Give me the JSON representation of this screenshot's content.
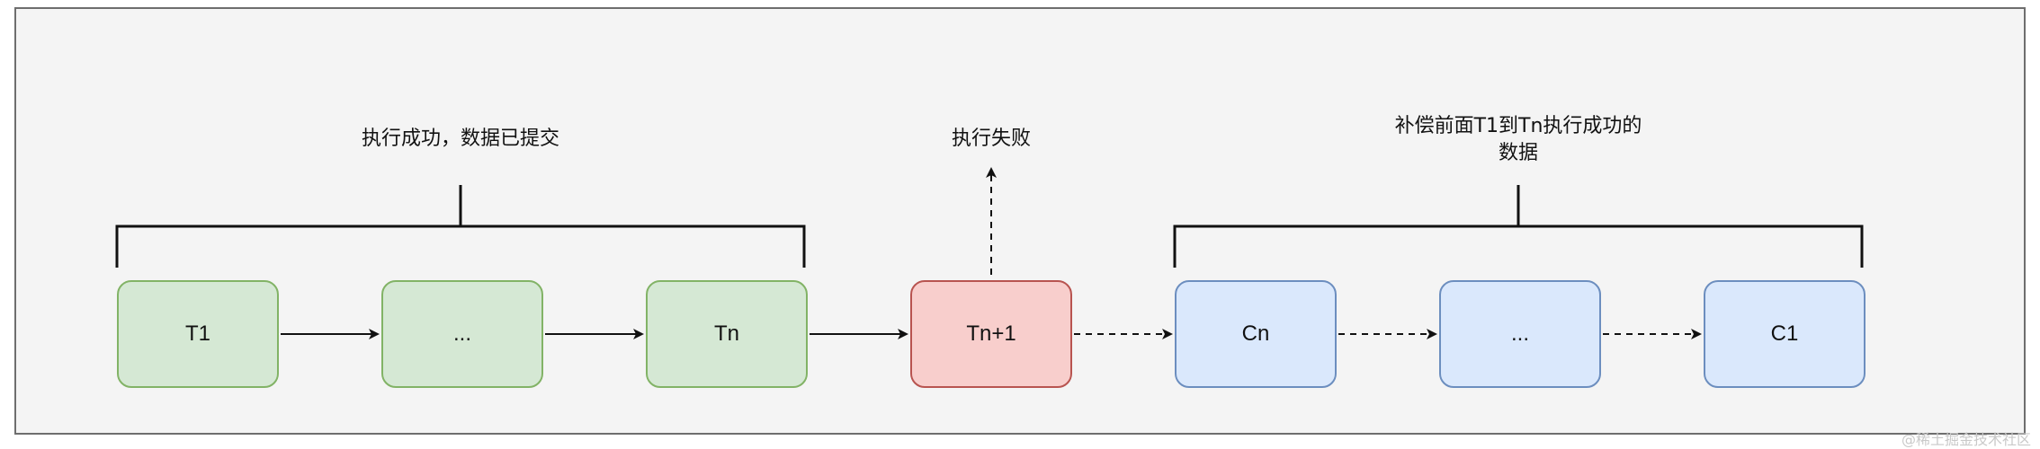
{
  "nodes": {
    "t1": "T1",
    "t_ellipsis": "...",
    "tn": "Tn",
    "tn1": "Tn+1",
    "cn": "Cn",
    "c_ellipsis": "...",
    "c1": "C1"
  },
  "labels": {
    "committed": "执行成功，数据已提交",
    "failed": "执行失败",
    "compensate_line1": "补偿前面T1到Tn执行成功的",
    "compensate_line2": "数据"
  },
  "watermark": "@稀土掘金技术社区",
  "colors": {
    "success_fill": "#d5e8d4",
    "success_stroke": "#82b366",
    "failure_fill": "#f8cecc",
    "failure_stroke": "#b85450",
    "compensate_fill": "#dae8fc",
    "compensate_stroke": "#6c8ebf"
  }
}
